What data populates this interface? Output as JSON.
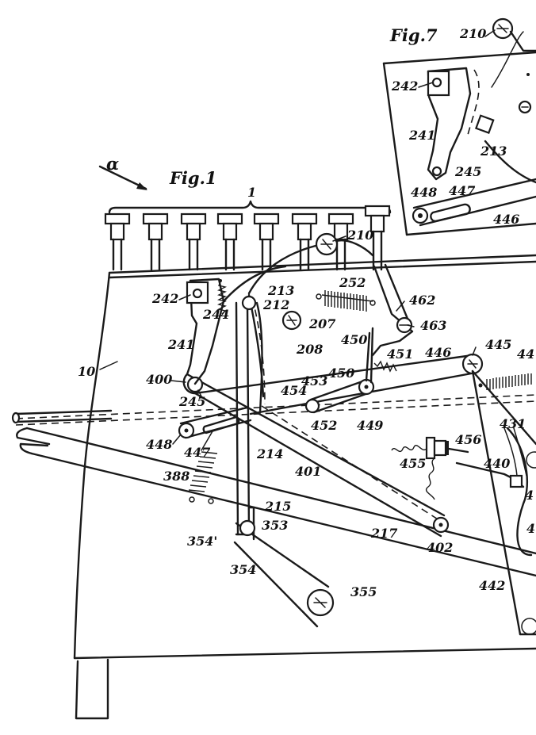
{
  "figures": {
    "fig1_title": "Fig.1",
    "fig7_title": "Fig.7",
    "arrow_label": "α"
  },
  "labels": {
    "l1": "1",
    "l10": "10",
    "l207": "207",
    "l208": "208",
    "l210": "210",
    "l210b": "210",
    "l212": "212",
    "l213": "213",
    "l213b": "213",
    "l214": "214",
    "l215": "215",
    "l217": "217",
    "l241": "241",
    "l241b": "241",
    "l242": "242",
    "l242b": "242",
    "l244": "244",
    "l245": "245",
    "l245b": "245",
    "l252": "252",
    "l353": "353",
    "l354": "354",
    "l354p": "354'",
    "l355": "355",
    "l388": "388",
    "l400": "400",
    "l401": "401",
    "l402": "402",
    "l431": "431",
    "l440": "440",
    "l442": "442",
    "l445": "445",
    "l446": "446",
    "l446b": "446",
    "l447": "447",
    "l447b": "447",
    "l448": "448",
    "l448b": "448",
    "l449": "449",
    "l450": "450",
    "l450p": "450'",
    "l451": "451",
    "l452": "452",
    "l453": "453",
    "l454": "454",
    "l455": "455",
    "l456": "456",
    "l462": "462",
    "l463": "463",
    "l44x": "44",
    "l4a": "4",
    "l4b": "4"
  }
}
